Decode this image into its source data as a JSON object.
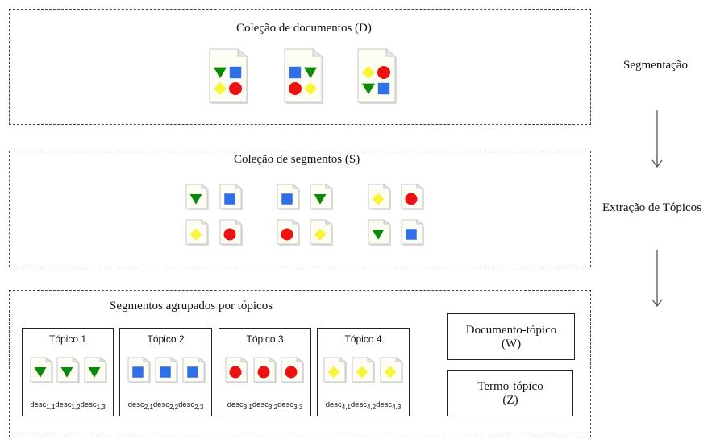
{
  "documents": {
    "title": "Coleção de documentos (D)"
  },
  "segments": {
    "title": "Coleção de segmentos (S)"
  },
  "grouped": {
    "title": "Segmentos agrupados por tópicos",
    "topics": [
      {
        "label": "Tópico 1",
        "shape": "triangle",
        "descs": [
          [
            "desc",
            "1,1"
          ],
          [
            "desc",
            "1,2"
          ],
          [
            "desc",
            "1,3"
          ]
        ]
      },
      {
        "label": "Tópico 2",
        "shape": "square",
        "descs": [
          [
            "desc",
            "2,1"
          ],
          [
            "desc",
            "2,2"
          ],
          [
            "desc",
            "2,3"
          ]
        ]
      },
      {
        "label": "Tópico 3",
        "shape": "circle",
        "descs": [
          [
            "desc",
            "3,1"
          ],
          [
            "desc",
            "3,2"
          ],
          [
            "desc",
            "3,3"
          ]
        ]
      },
      {
        "label": "Tópico 4",
        "shape": "diamond",
        "descs": [
          [
            "desc",
            "4,1"
          ],
          [
            "desc",
            "4,2"
          ],
          [
            "desc",
            "4,3"
          ]
        ]
      }
    ]
  },
  "outputs": {
    "document_topic": {
      "line1": "Documento-tópico",
      "line2": "(W)"
    },
    "term_topic": {
      "line1": "Termo-tópico",
      "line2": "(Z)"
    }
  },
  "steps": {
    "segmentation": "Segmentação",
    "topic_extraction": "Extração de Tópicos"
  },
  "colors": {
    "triangle": "#0a8a0a",
    "square": "#2f6fe8",
    "circle": "#ee1111",
    "diamond": "#f7f43a"
  },
  "icons": [
    "document-icon",
    "triangle-icon",
    "square-icon",
    "circle-icon",
    "diamond-icon",
    "arrow-down-icon"
  ]
}
